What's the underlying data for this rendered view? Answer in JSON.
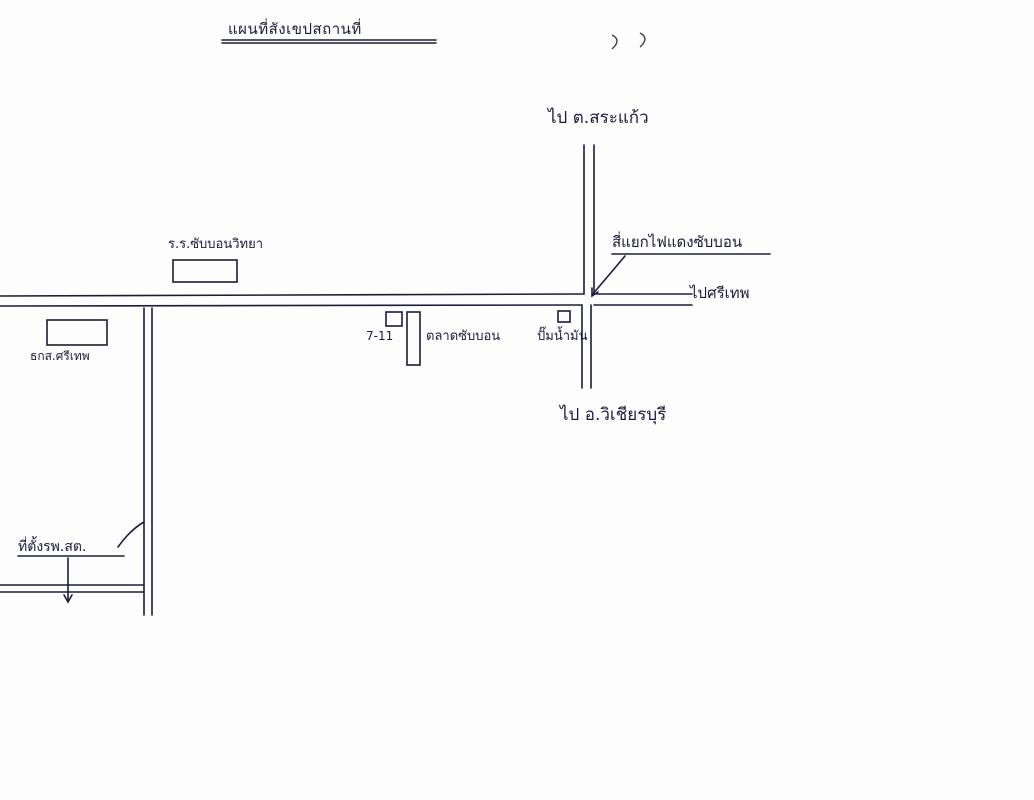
{
  "title": "แผนที่สังเขปสถานที่",
  "corner_mark": ") )",
  "directions": {
    "north": "ไป ต.สระแก้ว",
    "south": "ไป อ.วิเชียรบุรี",
    "east": "ไปศรีเทพ"
  },
  "callout": "สี่แยกไฟแดงซับบอน",
  "places": {
    "school": "ร.ร.ซับบอนวิทยา",
    "bank": "ธกส.ศรีเทพ",
    "seven_eleven": "7-11",
    "market": "ตลาดซับบอน",
    "gas_station": "ปั๊มน้ำมัน"
  },
  "location_label": "ที่ตั้งรพ.สต.",
  "colors": {
    "ink": "#1c1c3a",
    "paper": "#fdfdfd"
  }
}
